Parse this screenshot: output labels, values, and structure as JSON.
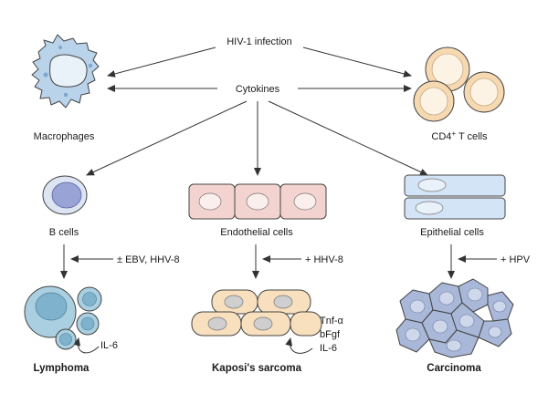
{
  "top": {
    "hiv_infection": "HIV-1 infection",
    "cytokines": "Cytokines",
    "macrophages": "Macrophages",
    "cd4_prefix": "CD4",
    "cd4_sup": "+",
    "cd4_suffix": " T cells"
  },
  "middle": {
    "b_cells": "B cells",
    "endothelial_cells": "Endothelial cells",
    "epithelial_cells": "Epithelial cells"
  },
  "cofactors": {
    "ebv": "± EBV, HHV-8",
    "hhv8": "+ HHV-8",
    "hpv": "+ HPV"
  },
  "outcomes": {
    "lymphoma": "Lymphoma",
    "kaposi": "Kaposi's sarcoma",
    "carcinoma": "Carcinoma"
  },
  "factors": {
    "lymphoma_il6": "IL-6",
    "tnf": "Tnf-α",
    "bfgf": "bFgf",
    "kaposi_il6": "IL-6"
  },
  "colors": {
    "macrophage": "#b9d3ea",
    "macrophage_nucleus": "#eaf2f9",
    "tcell_outer": "#f6d9b1",
    "tcell_inner": "#fdf3e4",
    "bcell_ring": "#dde4f2",
    "bcell_core": "#9aa3d6",
    "endothelial": "#f3d3cf",
    "epithelial": "#d3e4f6",
    "nucleus_gray": "#cfcfcf",
    "lymphoma_cell": "#a9cfe0",
    "kaposi_cell": "#f8dfbd",
    "carcinoma_cell": "#a9b7d8"
  }
}
